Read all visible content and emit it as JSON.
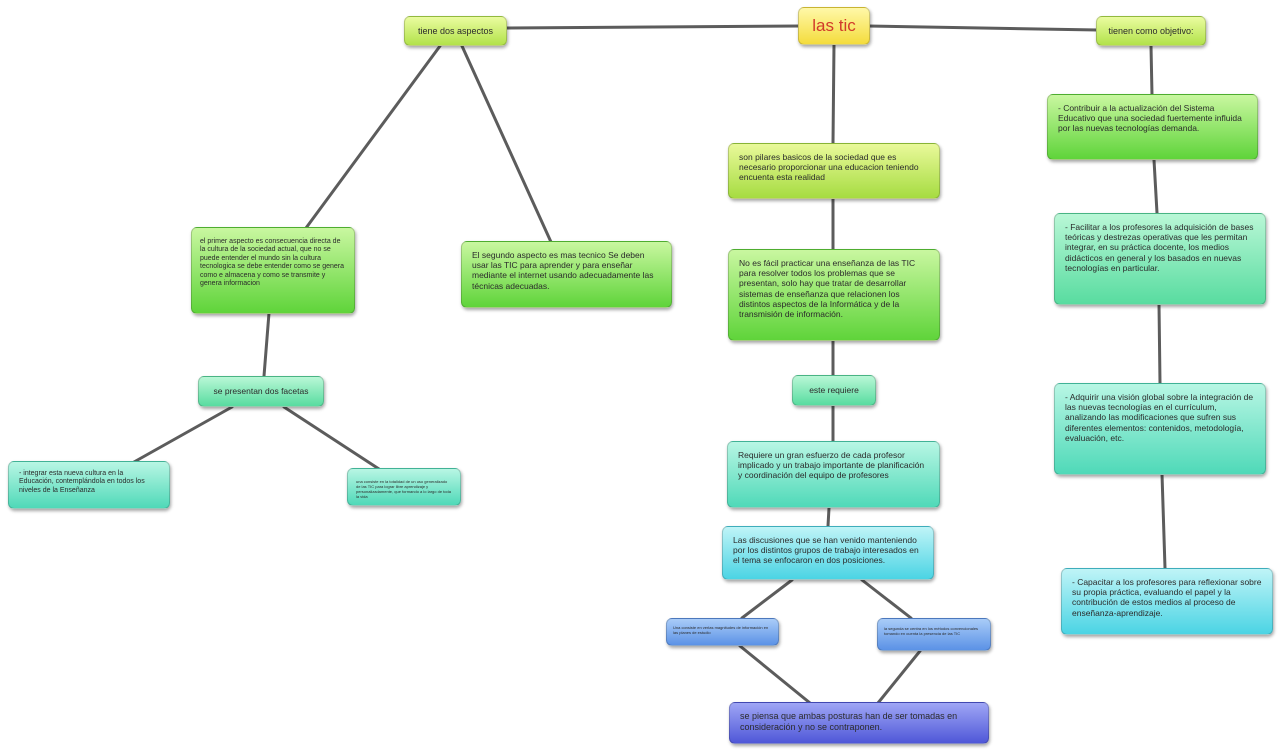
{
  "map": {
    "root": "las tic",
    "aspectos": "tiene dos aspectos",
    "objetivo": "tienen como objetivo:",
    "pilares": "son pilares basicos de la sociedad que es necesario proporcionar una educacion teniendo encuenta esta realidad",
    "practicar": "No es fácil practicar una enseñanza de las TIC para resolver todos los problemas que se presentan, solo hay que tratar de desarrollar sistemas de enseñanza que relacionen los distintos aspectos de la Informática y de la transmisión de información.",
    "requiere_link": "este requiere",
    "esfuerzo": "Requiere un gran esfuerzo de cada profesor implicado y un trabajo importante de planificación y coordinación del equipo de profesores",
    "discusiones": "Las discusiones que se han venido manteniendo por los distintos grupos de trabajo interesados en el tema se enfocaron en dos posiciones.",
    "pos1": "Una consiste en verlas magnitudes de información en las planes de estudio",
    "pos2": "la segunda se centra en los métodos convencionales tomando en cuenta la presencia de las TIC",
    "conclusion": "se piensa que ambas posturas han de ser tomadas en consideración y no se contraponen.",
    "primer": "el primer aspecto es consecuencia directa de la cultura de la sociedad actual, que no se puede entender el mundo sin la cultura tecnologica se debe entender como se genera como e almacena y como se transmite y genera informacion",
    "segundo": "El segundo aspecto es mas tecnico Se deben usar las TIC para aprender y para enseñar mediante el internet usando adecuadamente las técnicas adecuadas.",
    "facetas": "se presentan dos facetas",
    "integrar": "- integrar esta nueva cultura en la Educación, contemplándola en todos los niveles de la Enseñanza",
    "faceta2": "una consiste en la totalidad de un uso generalizado de las TIC para lograr libre aprendizaje y personalizadamente, que formando a lo largo de toda la vida",
    "obj1": "- Contribuir a la actualización del Sistema Educativo que una sociedad fuertemente influida por las nuevas tecnologías demanda.",
    "obj2": "- Facilitar a los profesores la adquisición de bases teóricas y destrezas operativas que les permitan integrar, en su práctica docente, los medios didácticos en general y los basados en nuevas tecnologías en particular.",
    "obj3": "- Adquirir una visión global sobre la integración de las nuevas tecnologías en el currículum, analizando las modificaciones que sufren sus diferentes elementos: contenidos, metodología, evaluación, etc.",
    "obj4": "- Capacitar a los profesores para reflexionar sobre su propia práctica, evaluando el papel y la contribución de estos medios al proceso de enseñanza-aprendizaje."
  },
  "colors": {
    "connector": "#5c5c5c",
    "root_text": "#d13a2a",
    "root_fill": "#f4dc3c"
  }
}
